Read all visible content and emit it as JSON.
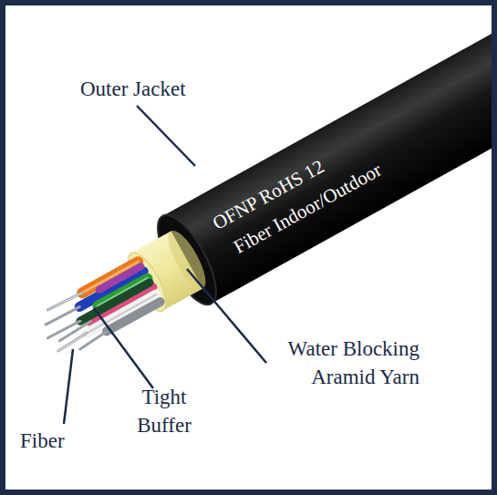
{
  "diagram": {
    "labels": [
      "Outer Jacket",
      "OFNP RoHS 12",
      "Fiber Indoor/Outdoor",
      "Water Blocking Aramid Yarn",
      "Tight Buffer",
      "Fiber"
    ]
  }
}
